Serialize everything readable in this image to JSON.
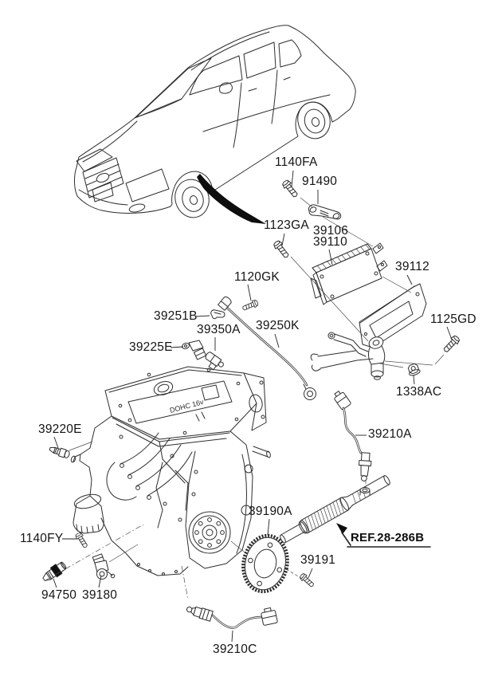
{
  "figure": {
    "background": "#ffffff",
    "line_color": "#2e2e2e",
    "text_color": "#141414"
  },
  "engine": {
    "valve_cover_text": "DOHC 16v"
  },
  "labels": {
    "p1140FA": {
      "text": "1140FA"
    },
    "p91490": {
      "text": "91490"
    },
    "p1123GA": {
      "text": "1123GA"
    },
    "p39106": {
      "text": "39106"
    },
    "p39110": {
      "text": "39110"
    },
    "p39112": {
      "text": "39112"
    },
    "p1125GD": {
      "text": "1125GD"
    },
    "p1338AC": {
      "text": "1338AC"
    },
    "p1120GK": {
      "text": "1120GK"
    },
    "p39251B": {
      "text": "39251B"
    },
    "p39350A": {
      "text": "39350A"
    },
    "p39250K": {
      "text": "39250K"
    },
    "p39225E": {
      "text": "39225E"
    },
    "p39220E": {
      "text": "39220E"
    },
    "p1140FY": {
      "text": "1140FY"
    },
    "p94750": {
      "text": "94750"
    },
    "p39180": {
      "text": "39180"
    },
    "p39210A": {
      "text": "39210A"
    },
    "p39190A": {
      "text": "39190A"
    },
    "ref": {
      "text": "REF.28-286B"
    },
    "p39191": {
      "text": "39191"
    },
    "p39210C": {
      "text": "39210C"
    }
  }
}
